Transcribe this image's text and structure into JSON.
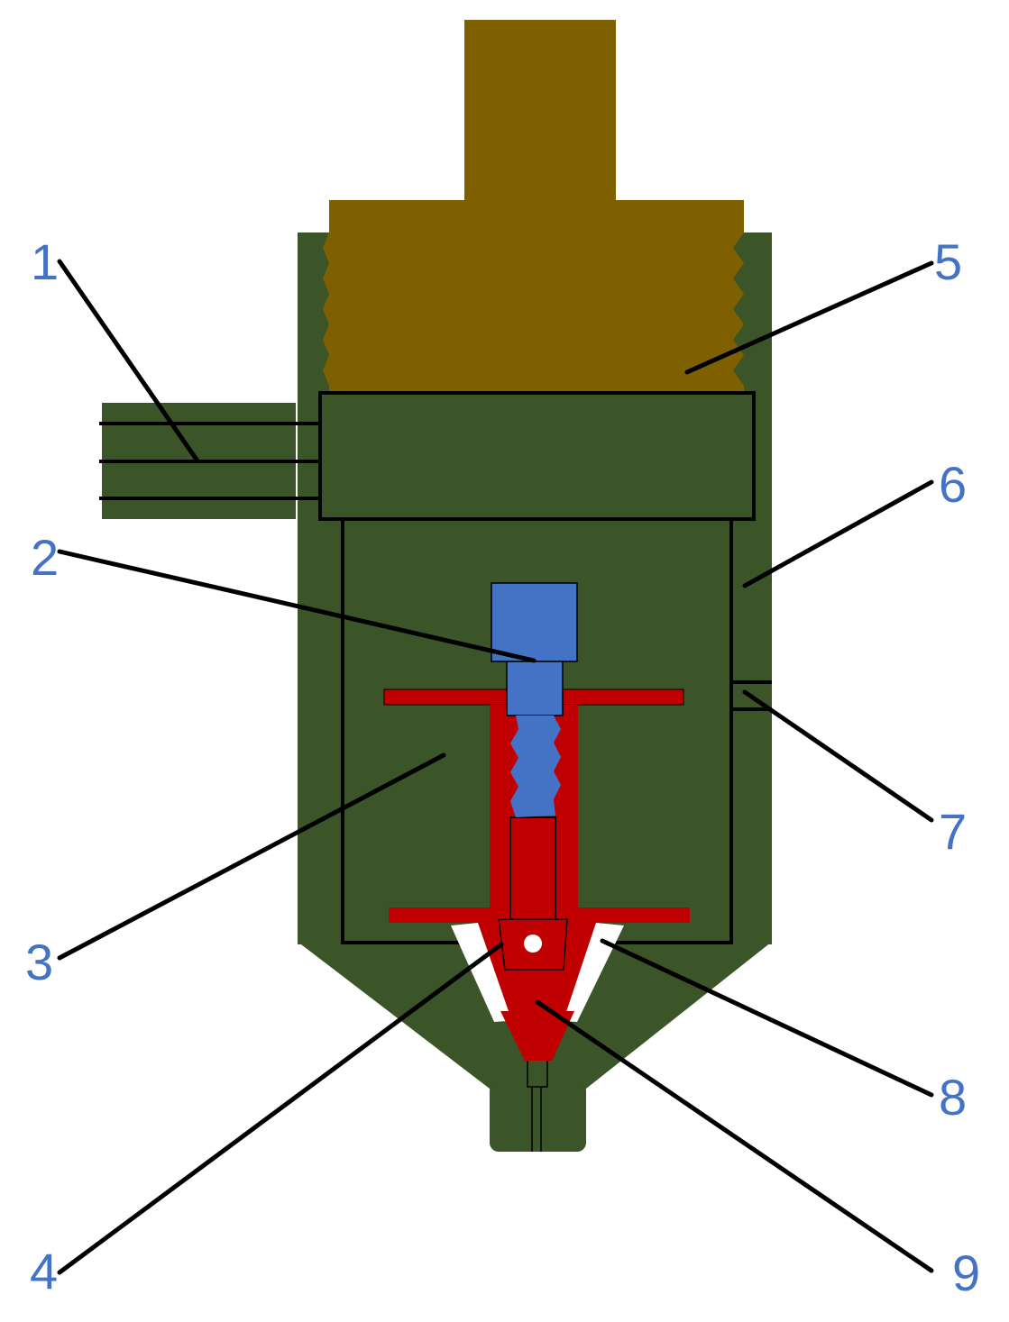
{
  "colors": {
    "body_green": "#3B5528",
    "top_cap_brown": "#7F6000",
    "red_parts": "#C00000",
    "blue_parts": "#4472C4",
    "gap_white": "#FFFFFF",
    "label_blue": "#4472C4",
    "outline": "#000000"
  },
  "labels": [
    {
      "id": "1",
      "text": "1"
    },
    {
      "id": "2",
      "text": "2"
    },
    {
      "id": "3",
      "text": "3"
    },
    {
      "id": "4",
      "text": "4"
    },
    {
      "id": "5",
      "text": "5"
    },
    {
      "id": "6",
      "text": "6"
    },
    {
      "id": "7",
      "text": "7"
    },
    {
      "id": "8",
      "text": "8"
    },
    {
      "id": "9",
      "text": "9"
    }
  ]
}
